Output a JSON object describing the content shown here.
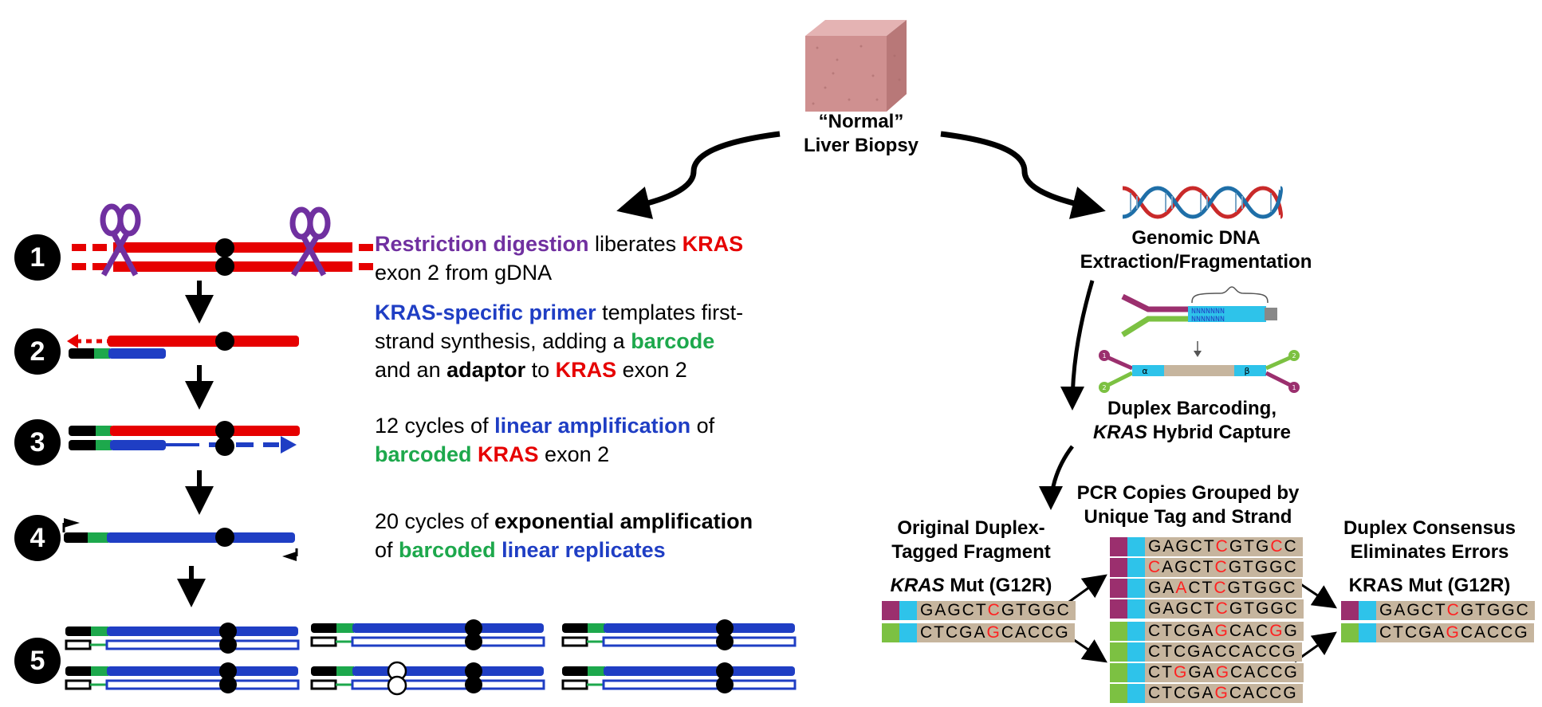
{
  "colors": {
    "red": "#e60000",
    "blue": "#1f3ec4",
    "green": "#1da84c",
    "purple": "#7030a0",
    "tan": "#c6b59e",
    "cyan": "#2ec3ea",
    "magenta": "#9b2f6e",
    "lime": "#7cc142"
  },
  "biopsy": {
    "line1": "“Normal”",
    "line2": "Liver Biopsy"
  },
  "steps": [
    {
      "num": "1",
      "parts": {
        "a": "Restriction digestion",
        "b": " liberates ",
        "c": "KRAS",
        "d": "exon 2 from gDNA"
      }
    },
    {
      "num": "2",
      "parts": {
        "a": "KRAS-specific primer",
        "b": " templates first-",
        "c": "strand synthesis, adding a ",
        "d": "barcode",
        "e": "and an ",
        "f": "adaptor",
        "g": " to ",
        "h": "KRAS",
        "i": " exon 2"
      }
    },
    {
      "num": "3",
      "parts": {
        "a": "12 cycles of ",
        "b": "linear amplification",
        "c": " of",
        "d": "barcoded",
        "e": " KRAS",
        "f": " exon 2"
      }
    },
    {
      "num": "4",
      "parts": {
        "a": "20 cycles of ",
        "b": "exponential amplification",
        "c": "of ",
        "d": "barcoded",
        "e": " linear replicates"
      }
    },
    {
      "num": "5"
    }
  ],
  "right": {
    "genomic1": "Genomic DNA",
    "genomic2": "Extraction/Fragmentation",
    "adapter_seq1": "NNNNNNN",
    "adapter_seq2": "NNNNNNN",
    "alpha": "α",
    "beta": "β",
    "num1": "1",
    "num2": "2",
    "duplex1": "Duplex Barcoding,",
    "duplex2a": "KRAS",
    "duplex2b": " Hybrid Capture",
    "orig1": "Original Duplex-",
    "orig2": "Tagged Fragment",
    "orig_mut_a": "KRAS",
    "orig_mut_b": " Mut (G12R)",
    "pcr1": "PCR Copies Grouped by",
    "pcr2": "Unique Tag and Strand",
    "cons1": "Duplex Consensus",
    "cons2": "Eliminates Errors",
    "cons_mut": "KRAS Mut (G12R)"
  },
  "sequences": {
    "orig": [
      {
        "pre": "GAGCT",
        "mut": "C",
        "post": "GTGGC",
        "tag": "magenta"
      },
      {
        "pre": "CTCGA",
        "mut": "G",
        "post": "CACCG",
        "tag": "lime"
      }
    ],
    "pcr_top": [
      {
        "segments": [
          [
            "GAGCT",
            0
          ],
          [
            "C",
            1
          ],
          [
            "GTG",
            0
          ],
          [
            "C",
            1
          ],
          [
            "C",
            0
          ]
        ]
      },
      {
        "segments": [
          [
            "C",
            1
          ],
          [
            "AGCT",
            0
          ],
          [
            "C",
            1
          ],
          [
            "GTGGC",
            0
          ]
        ]
      },
      {
        "segments": [
          [
            "GA",
            0
          ],
          [
            "A",
            1
          ],
          [
            "CT",
            0
          ],
          [
            "C",
            1
          ],
          [
            "GTGGC",
            0
          ]
        ]
      },
      {
        "segments": [
          [
            "GAGCT",
            0
          ],
          [
            "C",
            1
          ],
          [
            "GTGGC",
            0
          ]
        ]
      }
    ],
    "pcr_bottom": [
      {
        "segments": [
          [
            "CTCGA",
            0
          ],
          [
            "G",
            1
          ],
          [
            "CAC",
            0
          ],
          [
            "G",
            1
          ],
          [
            "G",
            0
          ]
        ]
      },
      {
        "segments": [
          [
            "CTCGACCACCG",
            0
          ]
        ]
      },
      {
        "segments": [
          [
            "CT",
            0
          ],
          [
            "G",
            1
          ],
          [
            "GA",
            0
          ],
          [
            "G",
            1
          ],
          [
            "CACCG",
            0
          ]
        ]
      },
      {
        "segments": [
          [
            "CTCGA",
            0
          ],
          [
            "G",
            1
          ],
          [
            "CACCG",
            0
          ]
        ]
      }
    ],
    "consensus": [
      {
        "pre": "GAGCT",
        "mut": "C",
        "post": "GTGGC",
        "tag": "magenta"
      },
      {
        "pre": "CTCGA",
        "mut": "G",
        "post": "CACCG",
        "tag": "lime"
      }
    ]
  }
}
